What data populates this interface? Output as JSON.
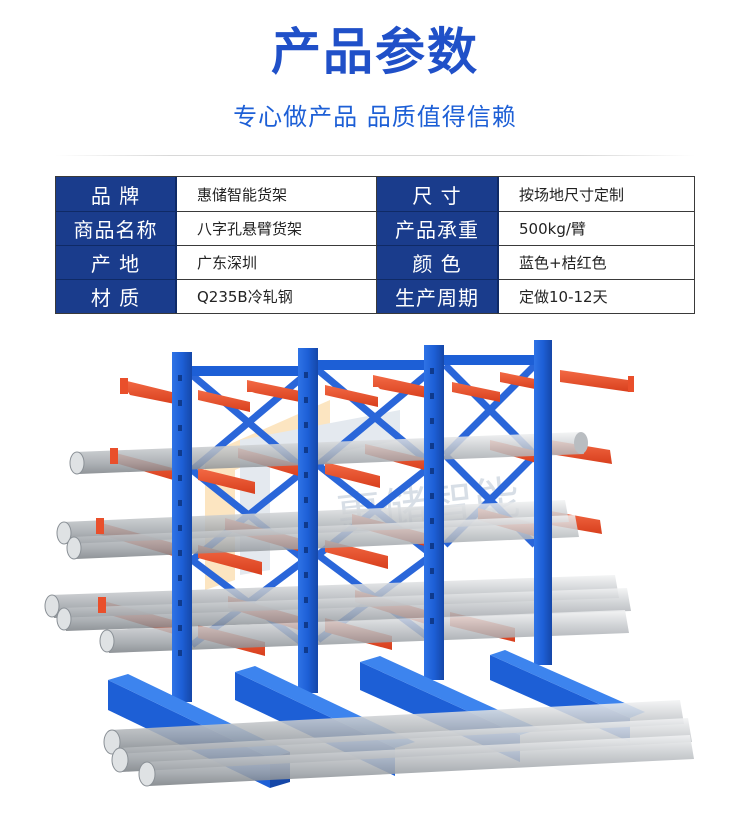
{
  "header": {
    "title": "产品参数",
    "subtitle": "专心做产品 品质值得信赖"
  },
  "colors": {
    "brand_blue": "#1d5fd6",
    "header_cell": "#1a3c8c",
    "arm_orange": "#e94f2b",
    "title_text": "#2050c8",
    "subtitle_text": "#1d5fd6"
  },
  "spec_table": {
    "rows": [
      {
        "label_left": "品 牌",
        "value_left": "惠储智能货架",
        "label_right": "尺 寸",
        "value_right": "按场地尺寸定制"
      },
      {
        "label_left": "商品名称",
        "value_left": "八字孔悬臂货架",
        "label_right": "产品承重",
        "value_right": "500kg/臂"
      },
      {
        "label_left": "产 地",
        "value_left": "广东深圳",
        "label_right": "颜 色",
        "value_right": "蓝色+桔红色"
      },
      {
        "label_left": "材 质",
        "value_left": "Q235B冷轧钢",
        "label_right": "生产周期",
        "value_right": "定做10-12天"
      }
    ]
  },
  "watermark": {
    "text": "惠储智能"
  }
}
